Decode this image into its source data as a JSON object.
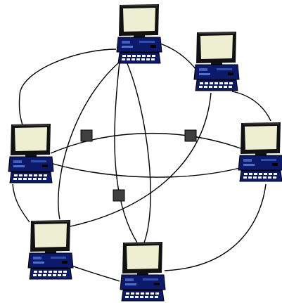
{
  "diagram": {
    "nodes": [
      {
        "id": "computer-top"
      },
      {
        "id": "computer-upper-right"
      },
      {
        "id": "computer-left"
      },
      {
        "id": "computer-right"
      },
      {
        "id": "computer-lower-left"
      },
      {
        "id": "computer-bottom"
      }
    ],
    "junctions": [
      {
        "id": "junction-left"
      },
      {
        "id": "junction-right"
      },
      {
        "id": "junction-center"
      }
    ],
    "colors": {
      "screen": "#eeeed2",
      "monitor_frame": "#111111",
      "computer_body": "#0d1a6a",
      "junction": "#3f3f3f",
      "link": "#000000",
      "background": "#ffffff"
    }
  }
}
